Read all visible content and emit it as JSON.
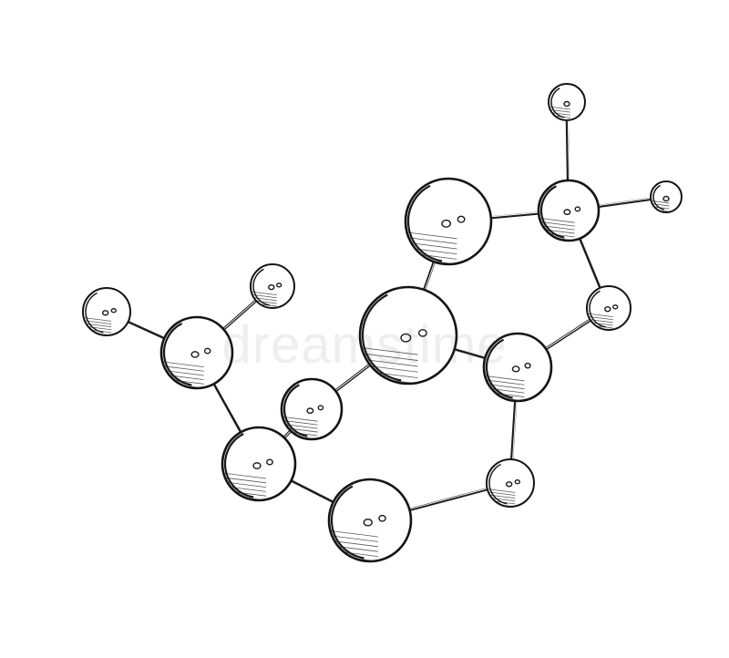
{
  "illustration": {
    "subject": "molecule",
    "style": "engraving"
  },
  "watermark": {
    "text": "dreamstime"
  },
  "colors": {
    "ink": "#141414",
    "paper": "#ffffff"
  }
}
